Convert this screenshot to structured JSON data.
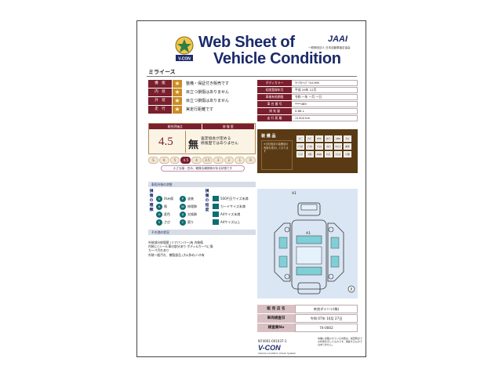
{
  "header": {
    "title_line1": "Web Sheet of",
    "title_line2": "Vehicle Condition",
    "logo_text": "V-CON",
    "org_logo": "JAAI",
    "org_subtitle": "一般財団法人 日本自動車査定協会",
    "car_name": "ミライース"
  },
  "status_rows": [
    {
      "label": "機　能",
      "text": "整備・保証付き販売です"
    },
    {
      "label": "内　装",
      "text": "目立つ損傷はありません"
    },
    {
      "label": "外　装",
      "text": "目立つ損傷はありません"
    },
    {
      "label": "走　行",
      "text": "実走行距離です"
    }
  ],
  "spec": [
    {
      "key": "ボディカラー",
      "value": "ﾏｲﾝｶﾗｰ(ﾊﾟｰﾙ)CHM"
    },
    {
      "key": "初度登録年月",
      "value": "平成 29年 12月"
    },
    {
      "key": "車検有効期限",
      "value": "令和 一年 一月 一日"
    },
    {
      "key": "車 台 番 号",
      "value": "****489"
    },
    {
      "key": "排 気 量",
      "value": "0.66 L"
    },
    {
      "key": "走 行 距 離",
      "value": "11204 km"
    }
  ],
  "score": {
    "head_left": "総合評価点",
    "head_right": "修 復 歴",
    "value": "4.5",
    "repair_mark": "無",
    "repair_text_1": "査定協会が定める",
    "repair_text_2": "修復歴ではありません"
  },
  "scale": [
    "S",
    "6",
    "5",
    "4.5",
    "4",
    "3.5",
    "3",
    "2",
    "1",
    "R"
  ],
  "scale_active": "4.5",
  "scale_note": "小さな傷・凹み、軽微な補修跡がある状態です",
  "equipment": {
    "title": "装 備 品",
    "notes": "※当社指定の装備品の有無を表示しております",
    "items": [
      "ﾅﾋﾞ",
      "ﾃﾚﾋﾞ",
      "ETC",
      "ｴｱﾊﾞｯｸ",
      "ABS",
      "ｱﾙﾐ",
      "ﾊﾟﾜｽﾃ",
      "ﾊﾟﾜｳｲﾝ",
      "ｷｰﾚｽ",
      "ｽﾏｰﾄ",
      "ｻﾝﾙｰﾌ",
      "本革",
      "ﾍﾞﾝﾁ",
      "3列",
      "4WD",
      "ﾀｰﾎﾞ",
      "ﾐｯｼｮﾝ",
      "ｿﾉ他"
    ]
  },
  "legend": {
    "title": "車両外装の状態",
    "label_left": "損傷の種類",
    "label_right": "損傷の程度",
    "types": [
      {
        "code": "U",
        "text": "凹み傷"
      },
      {
        "code": "A",
        "text": "傷"
      },
      {
        "code": "H",
        "text": "変色"
      },
      {
        "code": "S",
        "text": "さび"
      },
      {
        "code": "P",
        "text": "塗装"
      },
      {
        "code": "W",
        "text": "修理跡"
      },
      {
        "code": "X",
        "text": "交換跡"
      },
      {
        "code": "C",
        "text": "腐り"
      }
    ],
    "levels": [
      {
        "code": "1",
        "text": "500円玉サイズ未満"
      },
      {
        "code": "2",
        "text": "カードサイズ未満"
      },
      {
        "code": "3",
        "text": "A4サイズ未満"
      },
      {
        "code": "4",
        "text": "A4サイズ以上"
      }
    ]
  },
  "notes": {
    "title": "その他の状況",
    "lines": [
      "外装部分修理歴 (リアバンパー)有 内装傷",
      "内装にCシール車の部分あり ボディ&カーペに傷",
      "カーペ汚れあり",
      "外装一般汚れ、樹脂部品 (大&多め)ハネ有"
    ]
  },
  "diagram": {
    "label_a": "A1",
    "label_b": "A1",
    "label_x": "X"
  },
  "dealer": [
    {
      "key": "販 売 店 名",
      "value": "奈良ダイハツ(株)"
    },
    {
      "key": "車両検査日",
      "value": "令和 07年 10月 27日"
    },
    {
      "key": "検査員No",
      "value": "74-0002"
    }
  ],
  "footer": {
    "code": "N74001-001037-1",
    "logo": "V-CON",
    "system": "Vehicle Condition Check System",
    "note": "本書に記載されている内容は、検査時点での状態を示したものです。保証するものではありません。"
  }
}
